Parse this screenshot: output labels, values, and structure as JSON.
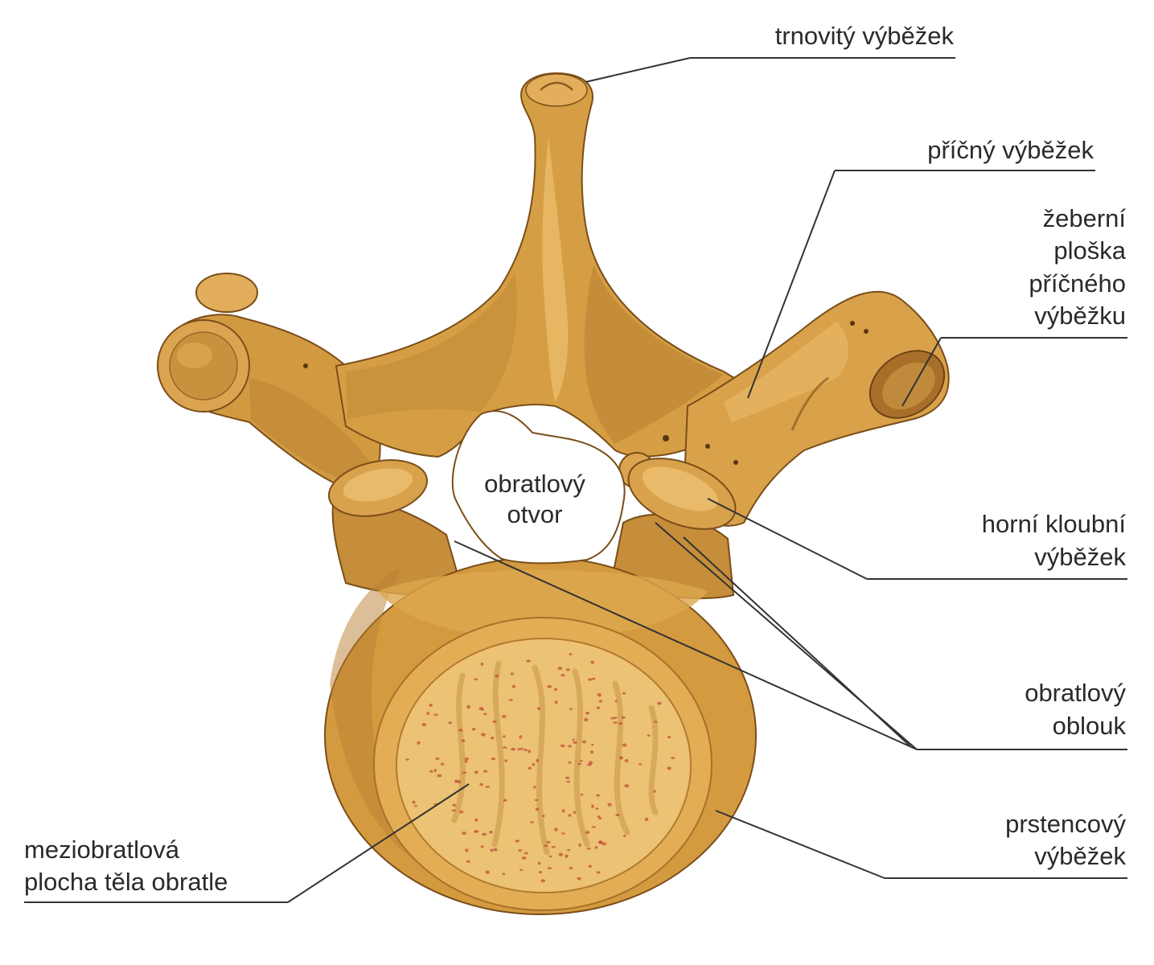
{
  "labels": {
    "spinous_process": "trnovitý výběžek",
    "transverse_process": "příčný výběžek",
    "costal_facet": [
      "žeberní",
      "ploška",
      "příčného",
      "výběžku"
    ],
    "vertebral_foramen": [
      "obratlový",
      "otvor"
    ],
    "superior_articular_process": [
      "horní kloubní",
      "výběžek"
    ],
    "vertebral_arch": [
      "obratlový",
      "oblouk"
    ],
    "ring_apophysis": [
      "prstencový",
      "výběžek"
    ],
    "intervertebral_surface": [
      "meziobratlová",
      "plocha těla obratle"
    ]
  },
  "colors": {
    "bone": "#d49a3f",
    "bone_light": "#e8b862",
    "bone_dark": "#b37a30",
    "outline": "#7a4e1a",
    "endplate": "#ecc274",
    "pores": "#c0503a",
    "text": "#2a2a2a"
  }
}
